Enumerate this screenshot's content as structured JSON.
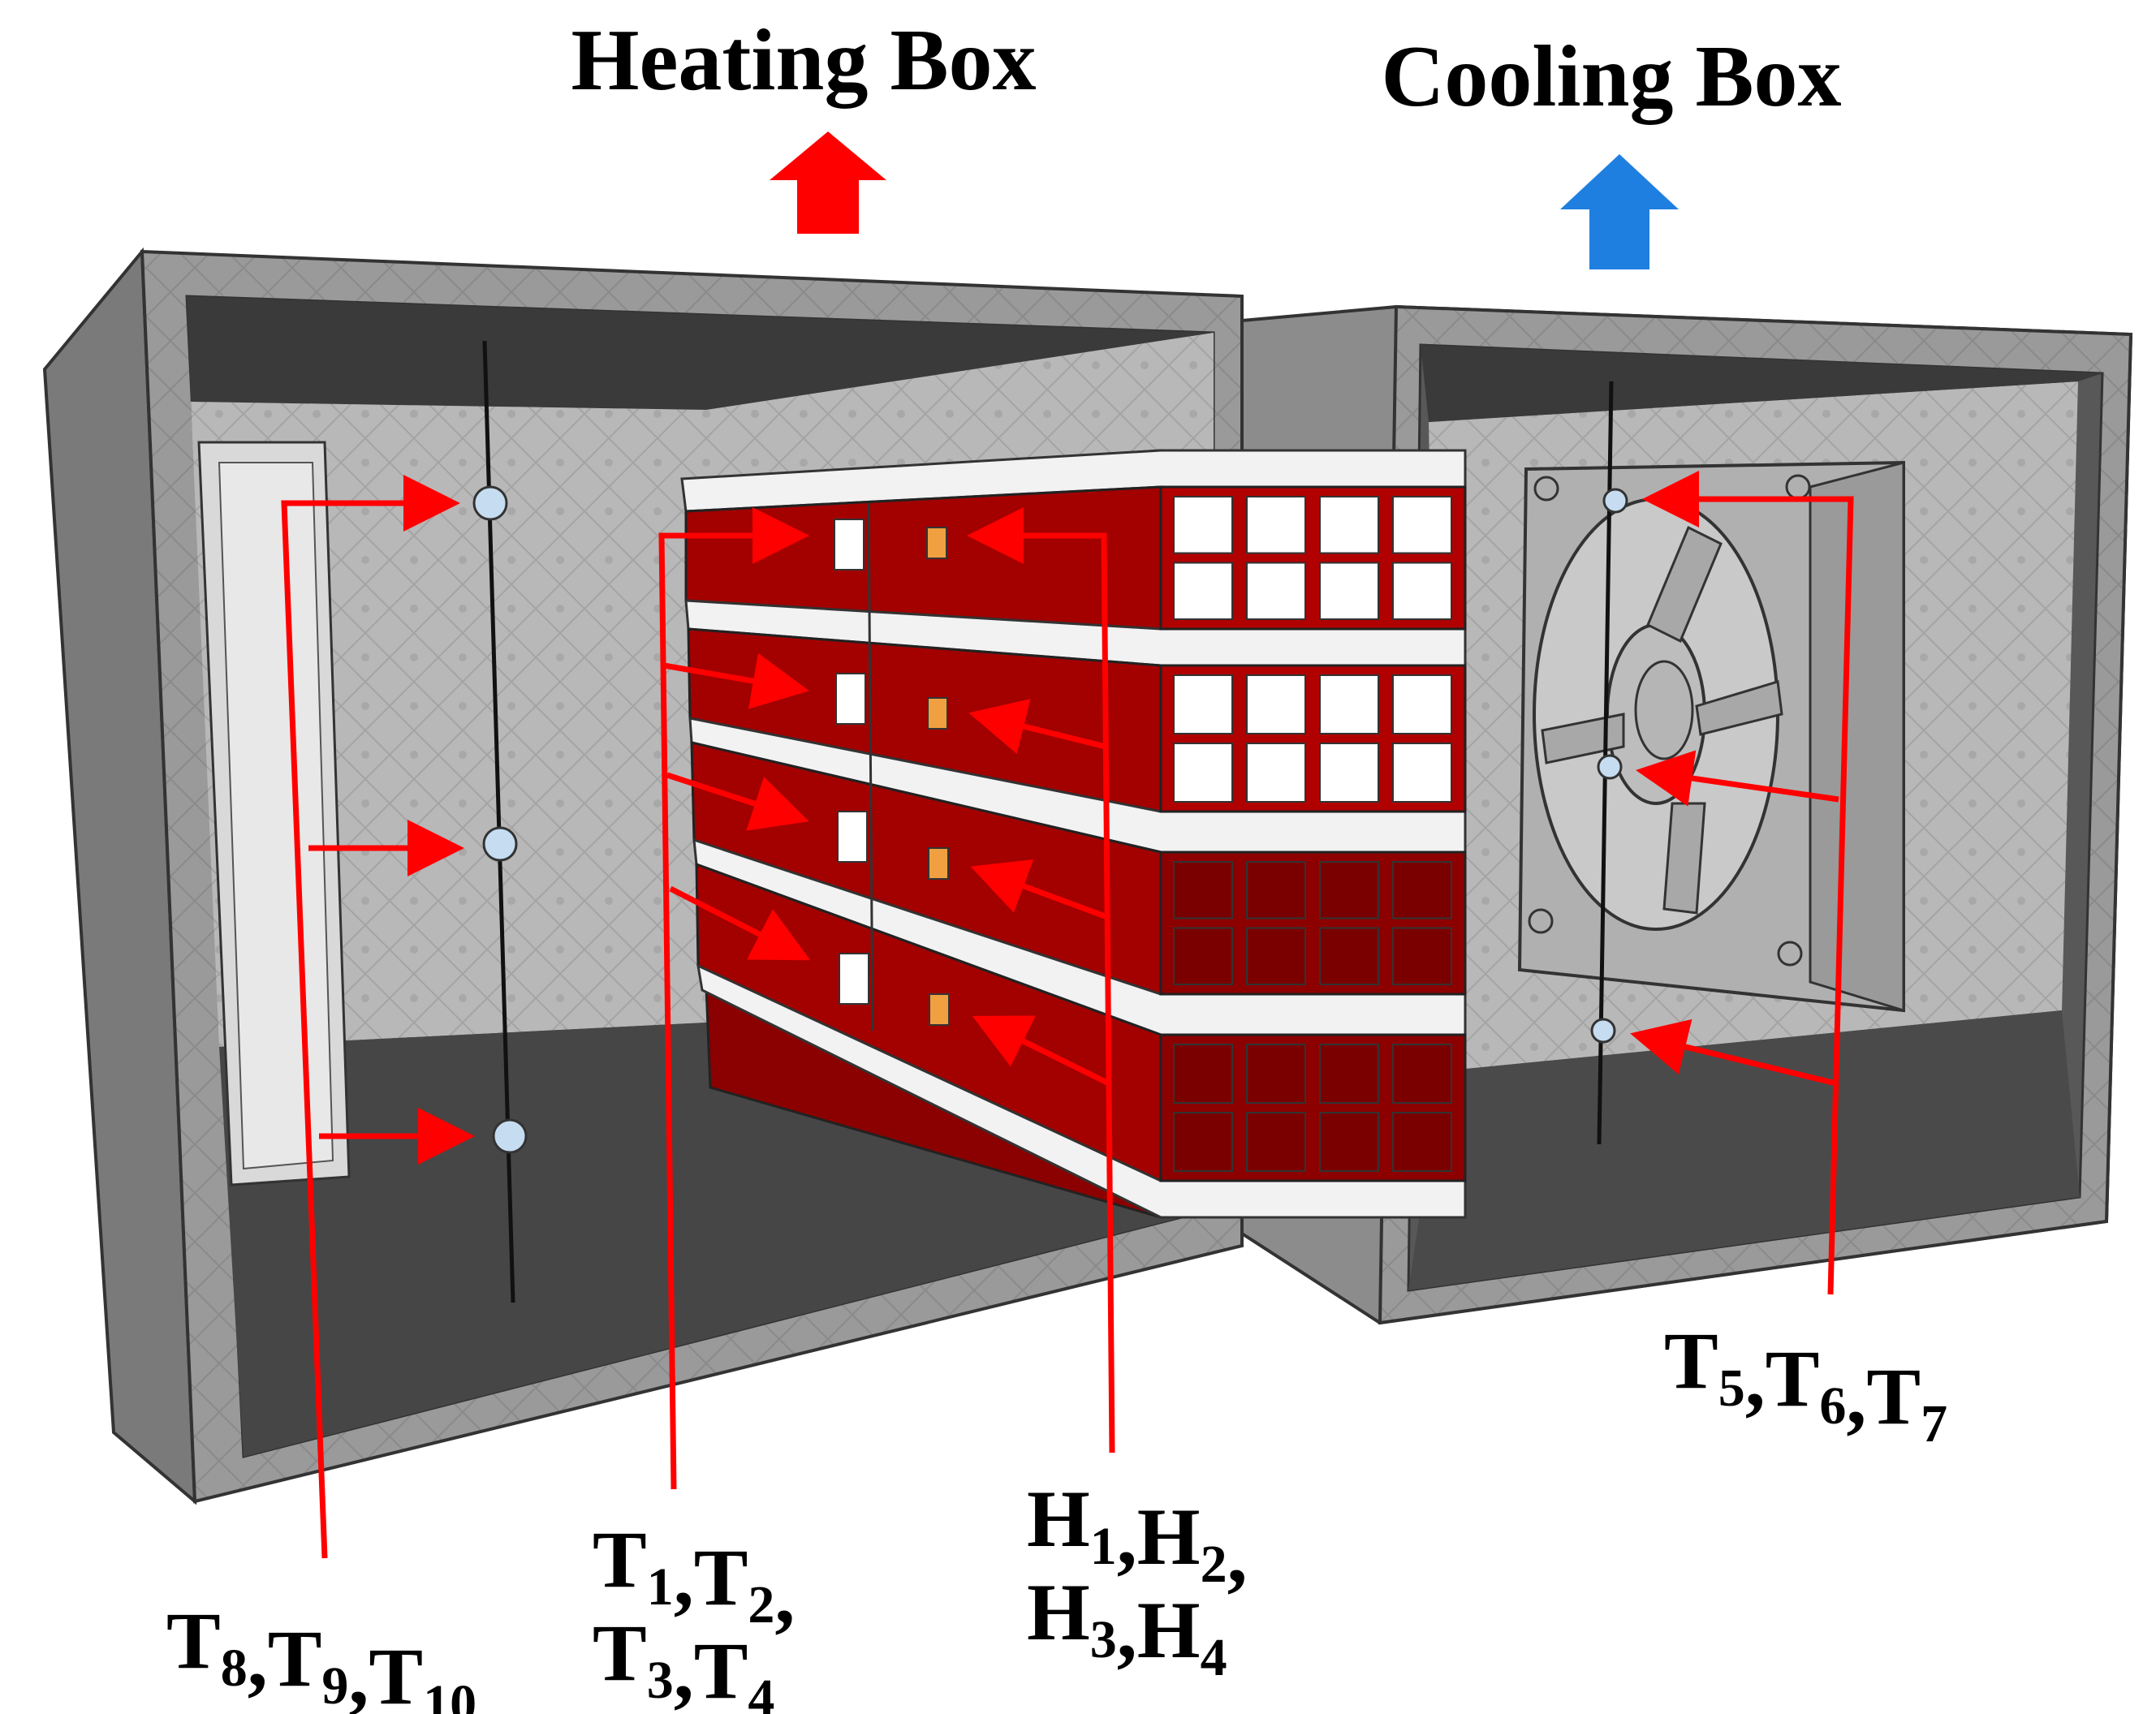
{
  "titles": {
    "heating": "Heating Box",
    "cooling": "Cooling Box"
  },
  "arrows": {
    "heating_color": "#ff0000",
    "cooling_color": "#1e7fe0"
  },
  "colors": {
    "box_frame": "#9e9e9e",
    "box_interior": "#bdbdbd",
    "floor": "#4a4a4a",
    "module": "#a30000",
    "annotation": "#ff0000"
  },
  "labels": {
    "t8_t10": {
      "parts": [
        {
          "t": "T",
          "s": "8"
        },
        {
          "t": ",T",
          "s": "9"
        },
        {
          "t": ",T",
          "s": "10"
        }
      ]
    },
    "t1_t2": {
      "parts": [
        {
          "t": "T",
          "s": "1"
        },
        {
          "t": ",T",
          "s": "2"
        },
        {
          "t": ",",
          "s": ""
        }
      ]
    },
    "t3_t4": {
      "parts": [
        {
          "t": "T",
          "s": "3"
        },
        {
          "t": ",T",
          "s": "4"
        }
      ]
    },
    "h1_h2": {
      "parts": [
        {
          "t": "H",
          "s": "1"
        },
        {
          "t": ",H",
          "s": "2"
        },
        {
          "t": ",",
          "s": ""
        }
      ]
    },
    "h3_h4": {
      "parts": [
        {
          "t": "H",
          "s": "3"
        },
        {
          "t": ",H",
          "s": "4"
        }
      ]
    },
    "t5_t7": {
      "parts": [
        {
          "t": "T",
          "s": "5"
        },
        {
          "t": ",T",
          "s": "6"
        },
        {
          "t": ",T",
          "s": "7"
        }
      ]
    }
  }
}
